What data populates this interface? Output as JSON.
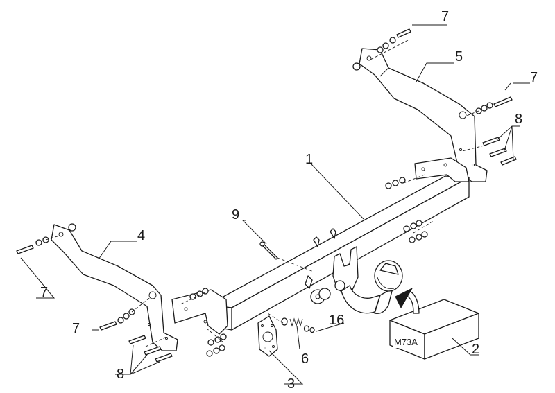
{
  "callouts": {
    "main_bar": "1",
    "electrical_kit": "2",
    "socket_plate": "3",
    "left_bracket": "4",
    "right_bracket": "5",
    "spring": "6",
    "bolt": "7",
    "bolt_set": "8",
    "pin": "9",
    "nut": "16"
  },
  "kit_box": {
    "label": "M73A"
  }
}
